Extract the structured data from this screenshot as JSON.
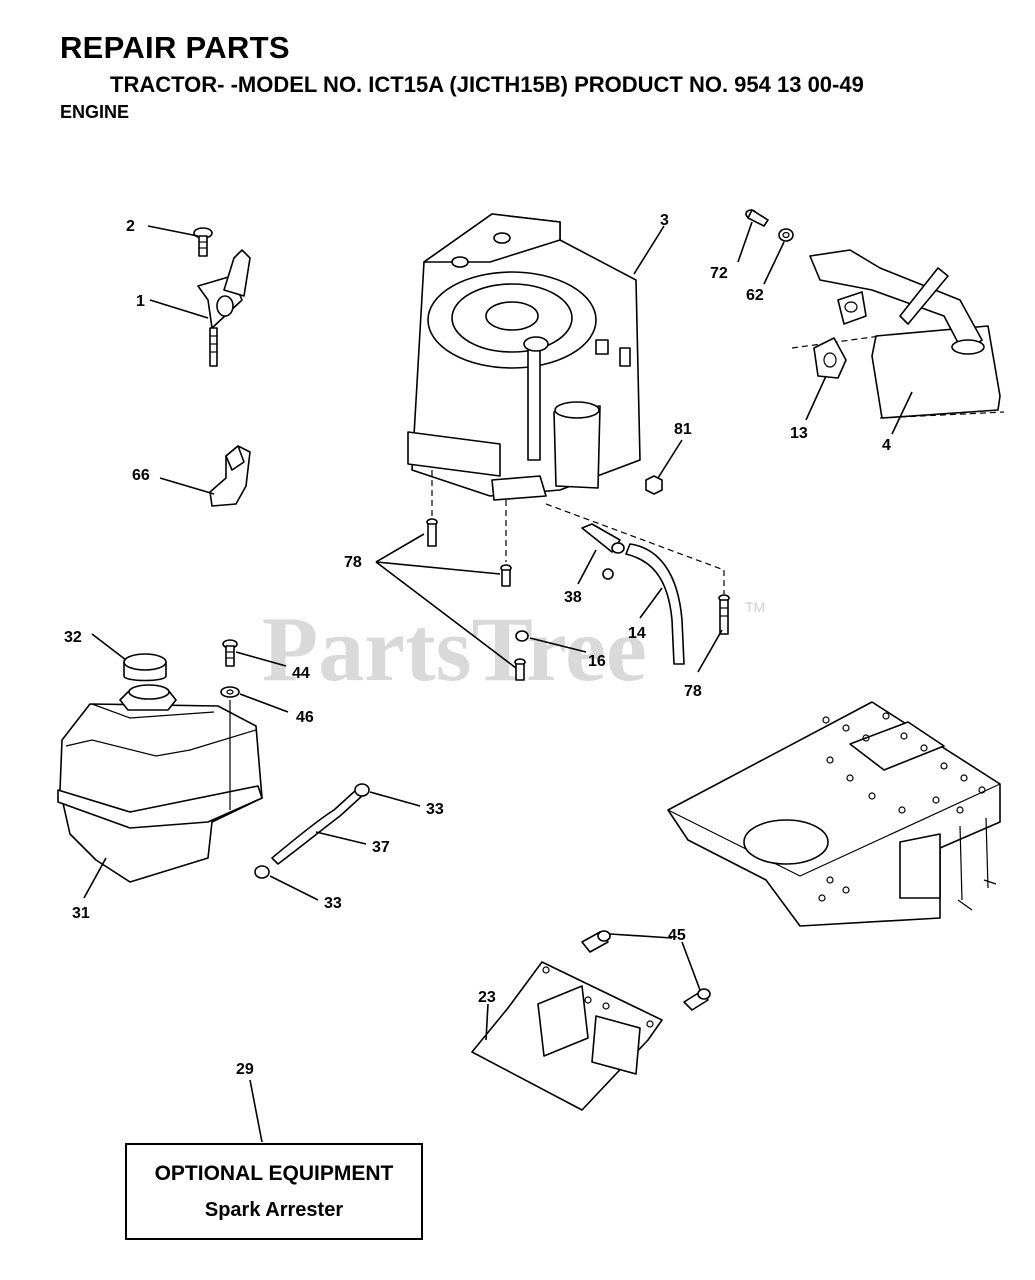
{
  "header": {
    "title": "REPAIR PARTS",
    "subtitle": "TRACTOR- -MODEL NO. ICT15A (JICTH15B) PRODUCT NO. 954 13 00-49",
    "section": "ENGINE"
  },
  "watermark": {
    "text": "PartsTree",
    "tm": "TM"
  },
  "callouts": {
    "c1": "1",
    "c2": "2",
    "c3": "3",
    "c4": "4",
    "c13": "13",
    "c14": "14",
    "c16": "16",
    "c23": "23",
    "c29": "29",
    "c31": "31",
    "c32": "32",
    "c33a": "33",
    "c33b": "33",
    "c37": "37",
    "c38": "38",
    "c44": "44",
    "c45": "45",
    "c46": "46",
    "c62": "62",
    "c66": "66",
    "c72": "72",
    "c78a": "78",
    "c78b": "78",
    "c81": "81"
  },
  "optional_box": {
    "title": "OPTIONAL EQUIPMENT",
    "subtitle": "Spark Arrester"
  }
}
